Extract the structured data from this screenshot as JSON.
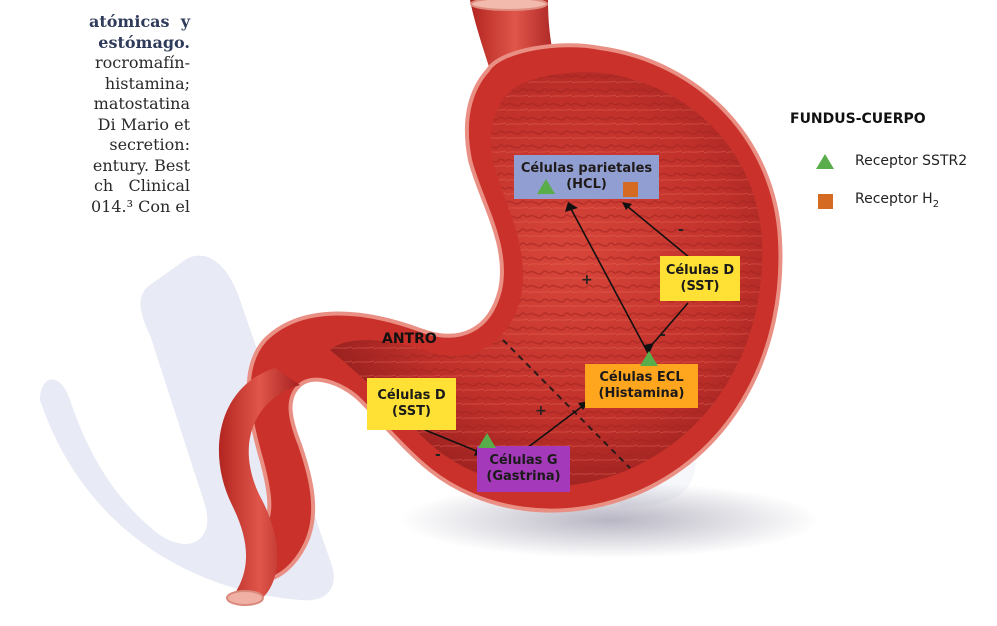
{
  "text_column": {
    "lines": [
      {
        "text": "atómicas  y",
        "bold": true
      },
      {
        "text": "estómago.",
        "bold": true
      },
      {
        "text": "rocromafín-",
        "bold": false
      },
      {
        "text": "histamina;",
        "bold": false
      },
      {
        "text": "matostatina",
        "bold": false
      },
      {
        "text": "Di Mario et",
        "bold": false
      },
      {
        "text": "secretion:",
        "bold": false
      },
      {
        "text": "entury. Best",
        "bold": false
      },
      {
        "text": "ch   Clinical",
        "bold": false
      },
      {
        "text": "014.³ Con el",
        "bold": false
      }
    ]
  },
  "diagram": {
    "parietal": {
      "line1": "Células parietales",
      "line2": "(HCL)"
    },
    "d_fundus": {
      "line1": "Células D",
      "line2": "(SST)"
    },
    "ecl": {
      "line1": "Células ECL",
      "line2": "(Histamina)"
    },
    "d_antrum": {
      "line1": "Células D",
      "line2": "(SST)"
    },
    "g_cells": {
      "line1": "Células G",
      "line2": "(Gastrina)"
    },
    "antro_label": "ANTRO",
    "fundus_label": "FUNDUS-CUERPO",
    "signs": {
      "plus": "+",
      "minus": "-"
    }
  },
  "legend": {
    "sstr2": "Receptor SSTR2",
    "h2_prefix": "Receptor H",
    "h2_subscript": "2"
  },
  "colors": {
    "triangle_green": "#59ad4a",
    "square_orange": "#d56a23",
    "stomach_red": "#c7332b"
  }
}
